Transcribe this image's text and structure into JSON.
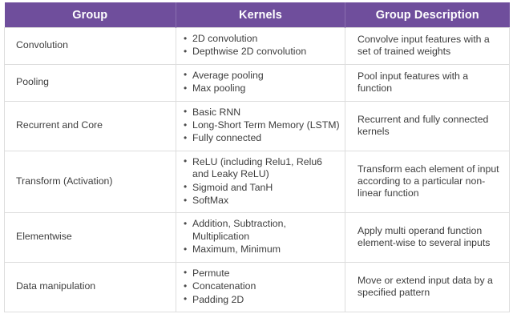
{
  "table": {
    "headers": [
      {
        "label": "Group"
      },
      {
        "label": "Kernels"
      },
      {
        "label": "Group Description"
      }
    ],
    "header_bg": "#6F4E9C",
    "header_text_color": "#ffffff",
    "body_text_color": "#3d3d3d",
    "border_color": "#dddddd",
    "bullet_glyph": "•",
    "rows": [
      {
        "group": "Convolution",
        "kernels": [
          "2D convolution",
          "Depthwise 2D convolution"
        ],
        "description": "Convolve input features with a set of trained weights"
      },
      {
        "group": "Pooling",
        "kernels": [
          "Average pooling",
          "Max pooling"
        ],
        "description": "Pool input features with a function"
      },
      {
        "group": "Recurrent and Core",
        "kernels": [
          "Basic RNN",
          "Long-Short Term Memory (LSTM)",
          "Fully connected"
        ],
        "description": "Recurrent and fully connected kernels"
      },
      {
        "group": "Transform (Activation)",
        "kernels": [
          "ReLU (including Relu1, Relu6 and Leaky ReLU)",
          "Sigmoid and TanH",
          "SoftMax"
        ],
        "description": "Transform each element of input according to a particular non-linear function"
      },
      {
        "group": "Elementwise",
        "kernels": [
          "Addition, Subtraction, Multiplication",
          "Maximum, Minimum"
        ],
        "description": "Apply multi operand function element-wise to several inputs"
      },
      {
        "group": "Data manipulation",
        "kernels": [
          "Permute",
          "Concatenation",
          "Padding 2D"
        ],
        "description": "Move or extend input data by a specified pattern"
      }
    ]
  }
}
